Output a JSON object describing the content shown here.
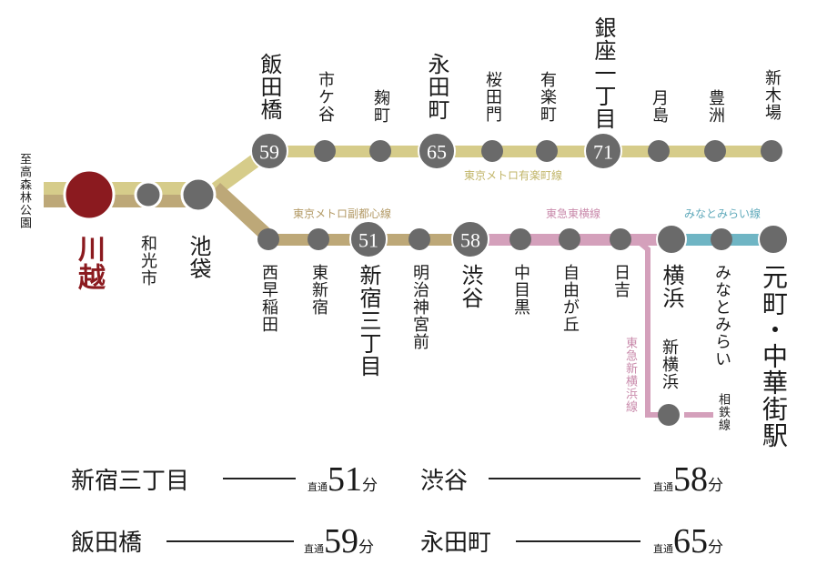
{
  "colors": {
    "yurakucho_line": "#d6cc8a",
    "fukutoshin_line": "#bda878",
    "toyoko_line": "#d4a0bb",
    "minatomirai_line": "#6fb5c4",
    "station_dot": "#6a6a6a",
    "kawagoe_dot": "#8b1a1f",
    "kawagoe_text": "#8b1a1f"
  },
  "terminus": {
    "label": "至高森林公園"
  },
  "origin": {
    "name": "川越"
  },
  "trunk_stations": [
    {
      "name": "和光市"
    },
    {
      "name": "池袋"
    }
  ],
  "lines": {
    "yurakucho": {
      "label": "東京メトロ有楽町線"
    },
    "fukutoshin": {
      "label": "東京メトロ副都心線"
    },
    "toyoko": {
      "label": "東急東横線"
    },
    "minatomirai": {
      "label": "みなとみらい線"
    },
    "shin_yokohama": {
      "label": "東急新横浜線"
    },
    "sotetsu": {
      "label": "相鉄線"
    }
  },
  "upper_stations": [
    {
      "name": "飯田橋",
      "minutes": "59",
      "major": true
    },
    {
      "name": "市ケ谷"
    },
    {
      "name": "麹町"
    },
    {
      "name": "永田町",
      "minutes": "65",
      "major": true
    },
    {
      "name": "桜田門"
    },
    {
      "name": "有楽町"
    },
    {
      "name": "銀座一丁目",
      "minutes": "71",
      "major": true
    },
    {
      "name": "月島"
    },
    {
      "name": "豊洲"
    },
    {
      "name": "新木場"
    }
  ],
  "lower_stations": [
    {
      "name": "西早稲田"
    },
    {
      "name": "東新宿"
    },
    {
      "name": "新宿三丁目",
      "minutes": "51",
      "major": true
    },
    {
      "name": "明治神宮前"
    },
    {
      "name": "渋谷",
      "minutes": "58",
      "major": true
    },
    {
      "name": "中目黒"
    },
    {
      "name": "自由が丘"
    },
    {
      "name": "日吉"
    },
    {
      "name": "横浜",
      "major": true
    },
    {
      "name": "みなとみらい"
    },
    {
      "name": "元町・中華街駅",
      "major": true
    }
  ],
  "branch_station": {
    "name": "新横浜"
  },
  "travel_times": [
    {
      "station": "新宿三丁目",
      "prefix": "直通",
      "minutes": "51",
      "unit": "分"
    },
    {
      "station": "渋谷",
      "prefix": "直通",
      "minutes": "58",
      "unit": "分"
    },
    {
      "station": "飯田橋",
      "prefix": "直通",
      "minutes": "59",
      "unit": "分"
    },
    {
      "station": "永田町",
      "prefix": "直通",
      "minutes": "65",
      "unit": "分"
    }
  ]
}
